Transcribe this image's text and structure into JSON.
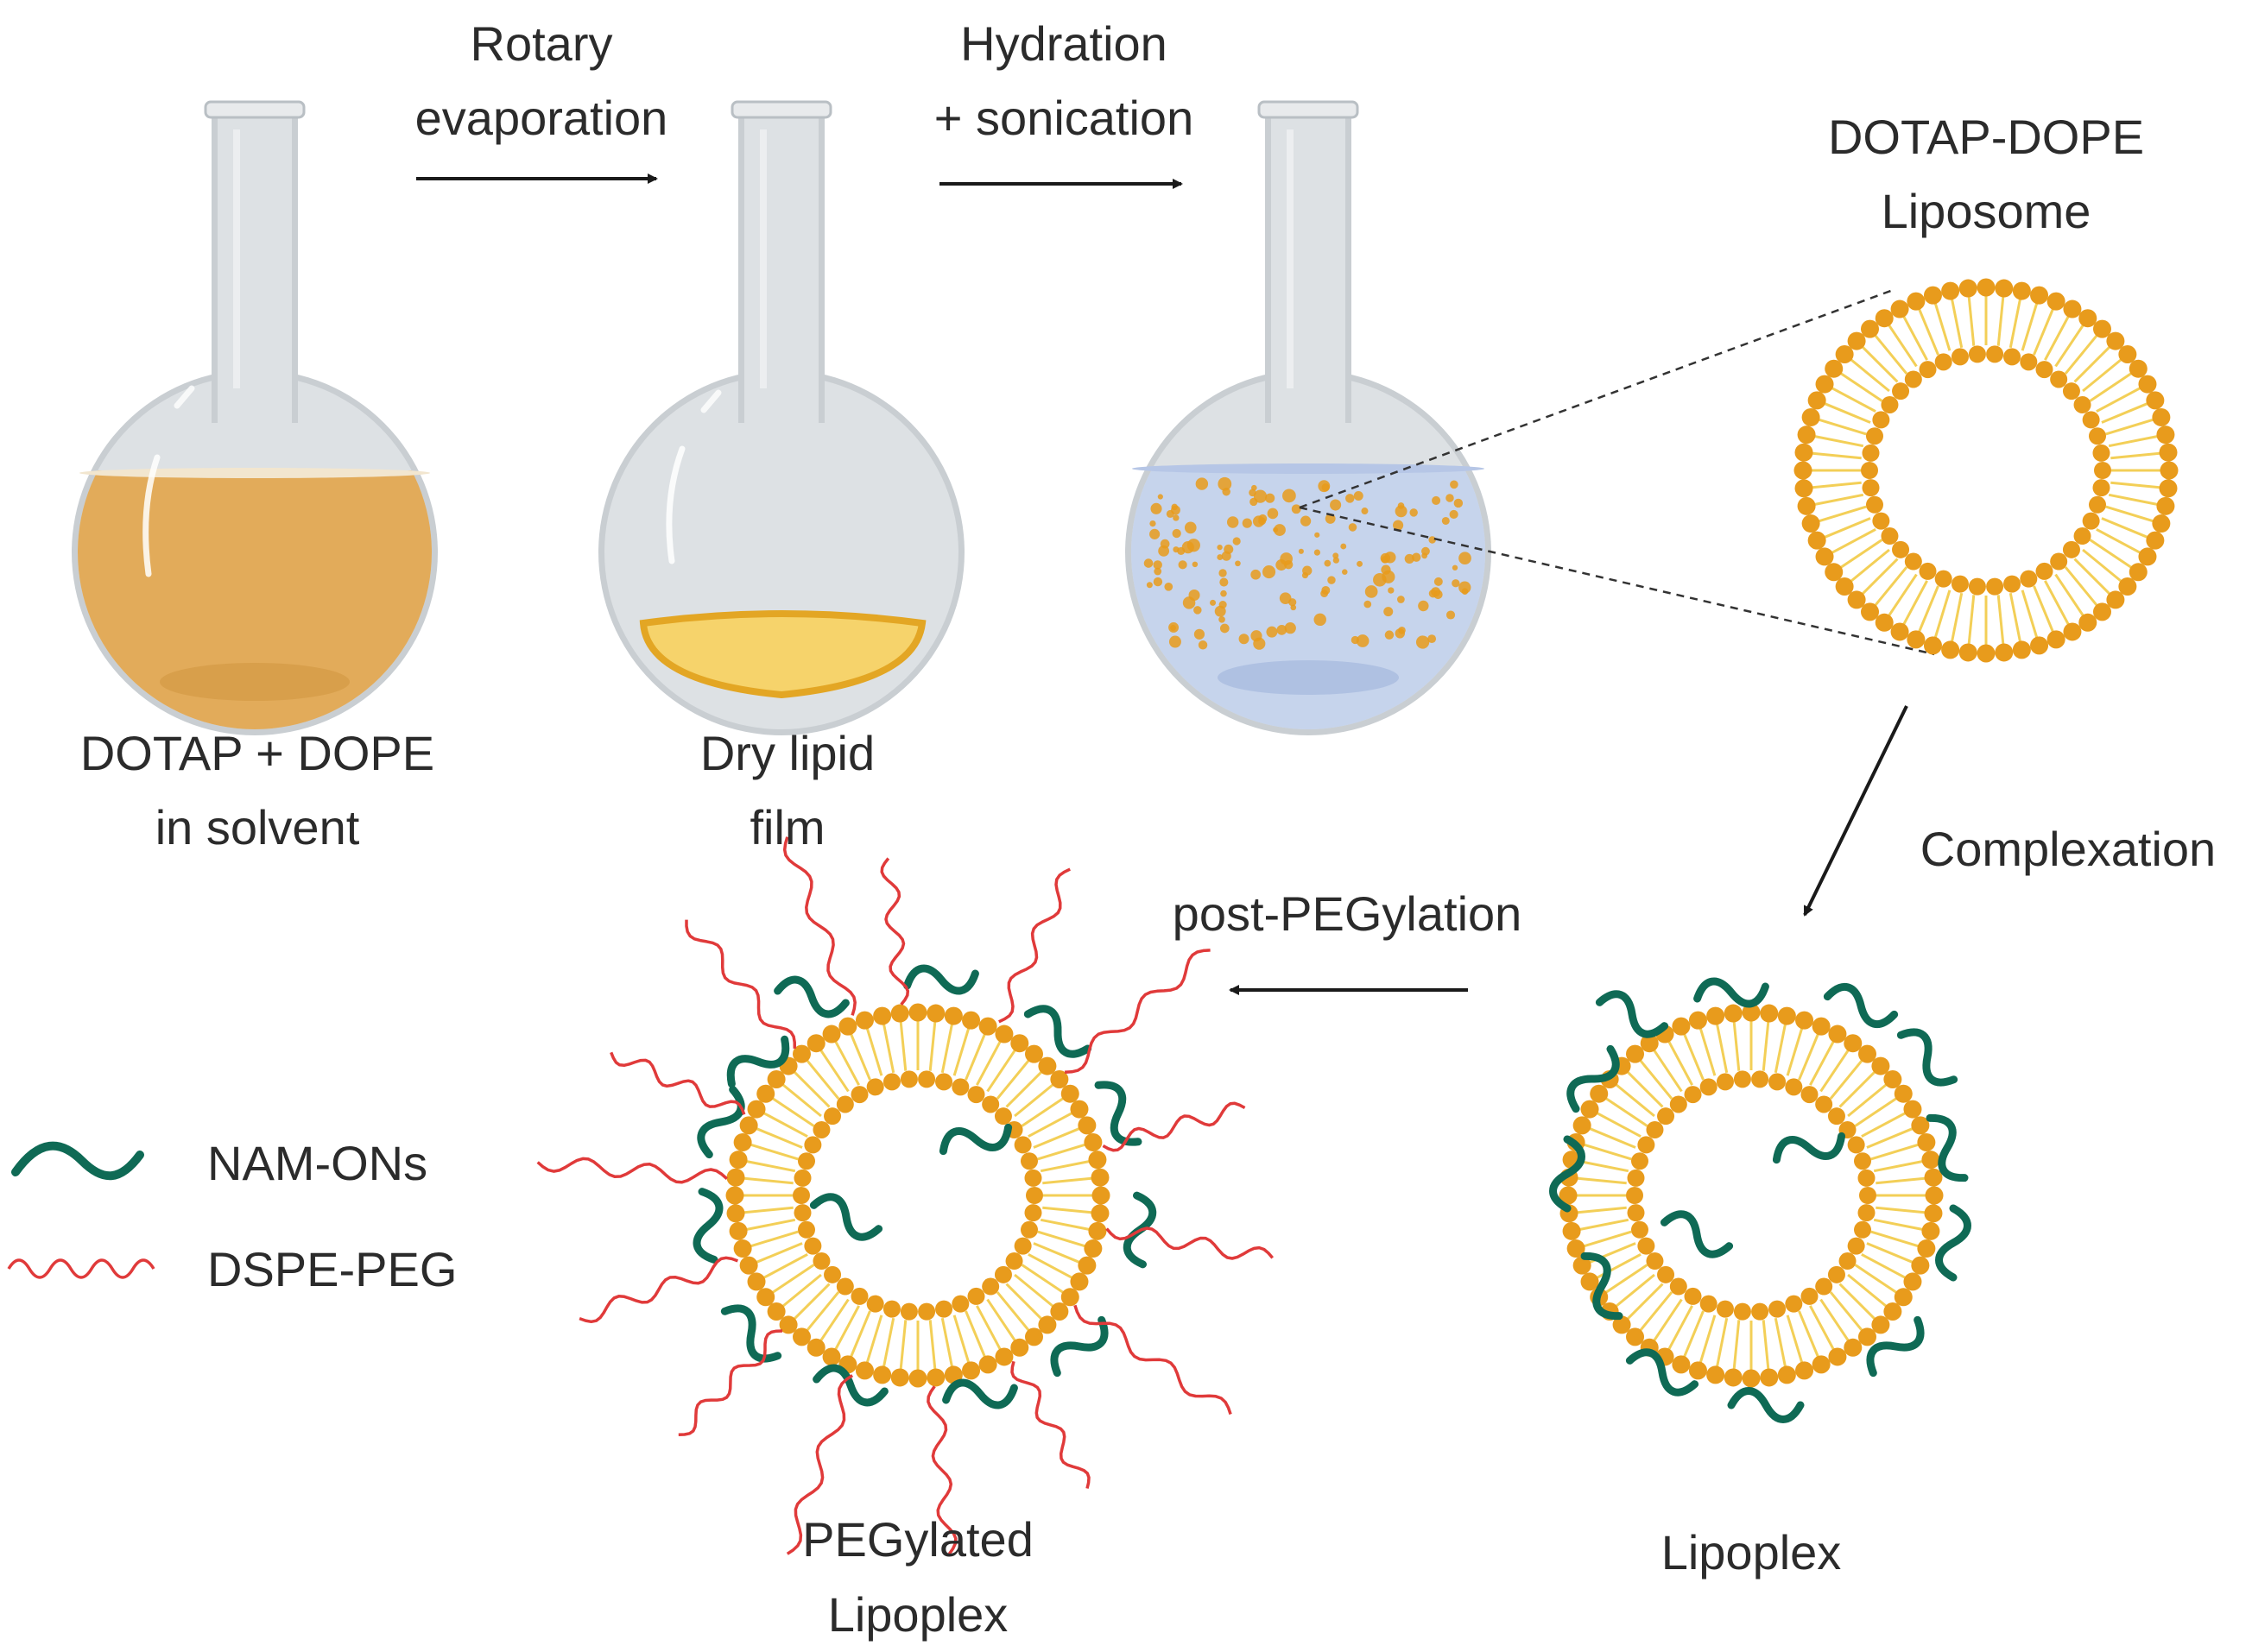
{
  "labels": {
    "step1_a": "Rotary",
    "step1_b": "evaporation",
    "step2_a": "Hydration",
    "step2_b": "+ sonication",
    "liposome_a": "DOTAP-DOPE",
    "liposome_b": "Liposome",
    "flask1_a": "DOTAP + DOPE",
    "flask1_b": "in solvent",
    "flask2_a": "Dry lipid",
    "flask2_b": "film",
    "complexation": "Complexation",
    "post_peg": "post-PEGylation",
    "lipoplex": "Lipoplex",
    "peg_lipoplex_a": "PEGylated",
    "peg_lipoplex_b": "Lipoplex"
  },
  "legend": {
    "nam": "NAM-ONs",
    "dspe": "DSPE-PEG"
  },
  "colors": {
    "lipid": "#e89b1c",
    "tail": "#f3cf57",
    "solvent": "#e2ab5a",
    "film": "#f6d36b",
    "water": "#c6d4ec",
    "glass": "#dde1e4",
    "nam": "#0f6a55",
    "peg": "#e03a3a"
  }
}
